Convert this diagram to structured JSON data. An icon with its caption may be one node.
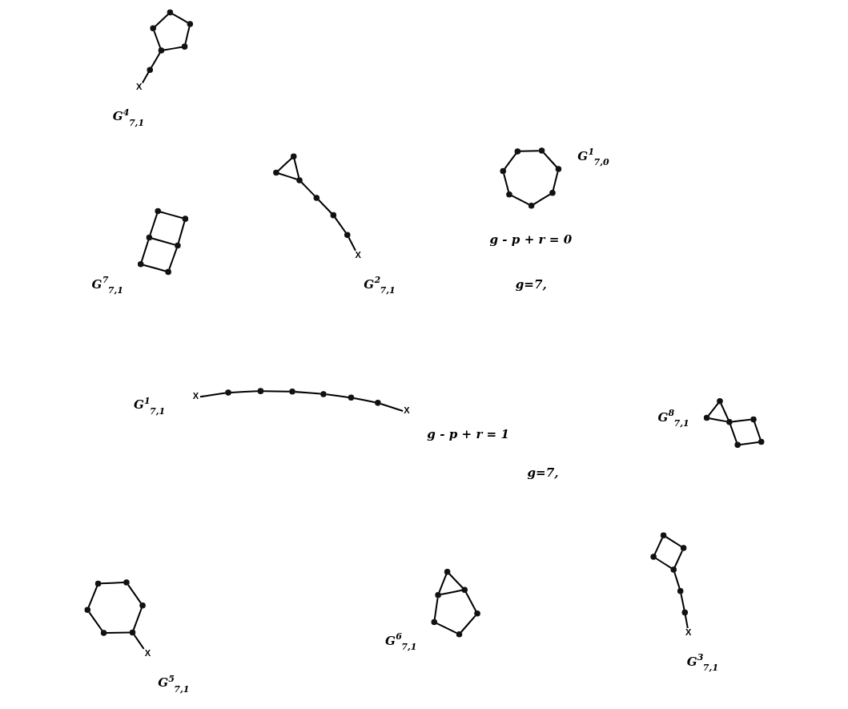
{
  "diagram": {
    "nodes": [
      {
        "text": [],
        "shape": "dot"
      },
      {
        "text": [],
        "shape": "dot"
      },
      {
        "text": [],
        "shape": "dot"
      },
      {
        "text": [],
        "shape": "dot"
      },
      {
        "text": [],
        "shape": "dot"
      },
      {
        "text": [],
        "shape": "dot"
      },
      {
        "text": [],
        "shape": "dot"
      },
      {
        "text": [
          "X"
        ]
      },
      {
        "text": [],
        "shape": "dot"
      },
      {
        "text": [],
        "shape": "dot"
      },
      {
        "text": [],
        "shape": "dot"
      },
      {
        "text": [],
        "shape": "dot"
      },
      {
        "text": [],
        "shape": "dot"
      },
      {
        "text": [],
        "shape": "dot"
      },
      {
        "text": [
          "X"
        ]
      },
      {
        "text": [],
        "shape": "dot"
      },
      {
        "text": [],
        "shape": "dot"
      },
      {
        "text": [],
        "shape": "dot"
      },
      {
        "text": [],
        "shape": "dot"
      },
      {
        "text": [],
        "shape": "dot"
      },
      {
        "text": [],
        "shape": "dot"
      },
      {
        "text": [
          "X"
        ]
      },
      {
        "text": [],
        "shape": "dot"
      },
      {
        "text": [],
        "shape": "dot"
      },
      {
        "text": [],
        "shape": "dot"
      },
      {
        "text": [],
        "shape": "dot"
      },
      {
        "text": [],
        "shape": "dot"
      },
      {
        "text": [],
        "shape": "dot"
      },
      {
        "text": [
          "X"
        ]
      },
      {
        "text": [],
        "shape": "dot"
      },
      {
        "text": [],
        "shape": "dot"
      },
      {
        "text": [],
        "shape": "dot"
      },
      {
        "text": [],
        "shape": "dot"
      },
      {
        "text": [],
        "shape": "dot"
      },
      {
        "text": [],
        "shape": "dot"
      },
      {
        "text": [
          "X"
        ]
      },
      {
        "text": [],
        "shape": "dot"
      },
      {
        "text": [],
        "shape": "dot"
      },
      {
        "text": [],
        "shape": "dot"
      },
      {
        "text": [],
        "shape": "dot"
      },
      {
        "text": [],
        "shape": "dot"
      },
      {
        "text": [],
        "shape": "dot"
      },
      {
        "text": [
          "X"
        ]
      },
      {
        "text": [],
        "shape": "dot"
      },
      {
        "text": [],
        "shape": "dot"
      },
      {
        "text": [],
        "shape": "dot"
      },
      {
        "text": [],
        "shape": "dot"
      },
      {
        "text": [],
        "shape": "dot"
      },
      {
        "text": [],
        "shape": "dot"
      },
      {
        "text": [],
        "shape": "dot"
      },
      {
        "text": [],
        "shape": "dot"
      },
      {
        "text": [],
        "shape": "dot"
      },
      {
        "text": [],
        "shape": "dot"
      },
      {
        "text": [],
        "shape": "dot"
      },
      {
        "text": [],
        "shape": "dot"
      },
      {
        "text": [],
        "shape": "dot"
      },
      {
        "text": [],
        "shape": "dot"
      },
      {
        "text": [],
        "shape": "dot"
      },
      {
        "text": [],
        "shape": "dot"
      },
      {
        "text": [],
        "shape": "dot"
      },
      {
        "text": [],
        "shape": "dot"
      }
    ],
    "edges": [
      {
        "from": 0,
        "to": 1,
        "arrow": "none"
      },
      {
        "from": 1,
        "to": 2,
        "arrow": "none"
      },
      {
        "from": 2,
        "to": 3,
        "arrow": "none"
      },
      {
        "from": 3,
        "to": 4,
        "arrow": "none"
      },
      {
        "from": 4,
        "to": 5,
        "arrow": "none"
      },
      {
        "from": 5,
        "to": 6,
        "arrow": "none"
      },
      {
        "from": 6,
        "to": 0,
        "arrow": "none"
      },
      {
        "from": 7,
        "to": 8,
        "arrow": "none"
      },
      {
        "from": 8,
        "to": 9,
        "arrow": "none"
      },
      {
        "from": 9,
        "to": 10,
        "arrow": "none"
      },
      {
        "from": 10,
        "to": 11,
        "arrow": "none"
      },
      {
        "from": 11,
        "to": 12,
        "arrow": "none"
      },
      {
        "from": 12,
        "to": 13,
        "arrow": "none"
      },
      {
        "from": 13,
        "to": 14,
        "arrow": "none"
      },
      {
        "from": 15,
        "to": 16,
        "arrow": "none"
      },
      {
        "from": 15,
        "to": 17,
        "arrow": "none"
      },
      {
        "from": 16,
        "to": 17,
        "arrow": "none"
      },
      {
        "from": 17,
        "to": 18,
        "arrow": "none"
      },
      {
        "from": 18,
        "to": 19,
        "arrow": "none"
      },
      {
        "from": 19,
        "to": 20,
        "arrow": "none"
      },
      {
        "from": 20,
        "to": 21,
        "arrow": "none"
      },
      {
        "from": 22,
        "to": 23,
        "arrow": "none"
      },
      {
        "from": 22,
        "to": 24,
        "arrow": "none"
      },
      {
        "from": 23,
        "to": 25,
        "arrow": "none"
      },
      {
        "from": 24,
        "to": 25,
        "arrow": "none"
      },
      {
        "from": 25,
        "to": 26,
        "arrow": "none"
      },
      {
        "from": 26,
        "to": 27,
        "arrow": "none"
      },
      {
        "from": 27,
        "to": 28,
        "arrow": "none"
      },
      {
        "from": 29,
        "to": 30,
        "arrow": "none"
      },
      {
        "from": 29,
        "to": 31,
        "arrow": "none"
      },
      {
        "from": 30,
        "to": 32,
        "arrow": "none"
      },
      {
        "from": 31,
        "to": 33,
        "arrow": "none"
      },
      {
        "from": 32,
        "to": 33,
        "arrow": "none"
      },
      {
        "from": 33,
        "to": 34,
        "arrow": "none"
      },
      {
        "from": 34,
        "to": 35,
        "arrow": "none"
      },
      {
        "from": 36,
        "to": 37,
        "arrow": "none"
      },
      {
        "from": 36,
        "to": 38,
        "arrow": "none"
      },
      {
        "from": 37,
        "to": 39,
        "arrow": "none"
      },
      {
        "from": 38,
        "to": 40,
        "arrow": "none"
      },
      {
        "from": 39,
        "to": 41,
        "arrow": "none"
      },
      {
        "from": 40,
        "to": 41,
        "arrow": "none"
      },
      {
        "from": 40,
        "to": 42,
        "arrow": "none"
      },
      {
        "from": 43,
        "to": 44,
        "arrow": "none"
      },
      {
        "from": 43,
        "to": 45,
        "arrow": "none"
      },
      {
        "from": 44,
        "to": 46,
        "arrow": "none"
      },
      {
        "from": 45,
        "to": 47,
        "arrow": "none"
      },
      {
        "from": 46,
        "to": 48,
        "arrow": "none"
      },
      {
        "from": 47,
        "to": 48,
        "arrow": "none"
      },
      {
        "from": 44,
        "to": 48,
        "arrow": "none"
      },
      {
        "from": 49,
        "to": 50,
        "arrow": "none"
      },
      {
        "from": 49,
        "to": 51,
        "arrow": "none"
      },
      {
        "from": 50,
        "to": 52,
        "arrow": "none"
      },
      {
        "from": 51,
        "to": 53,
        "arrow": "none"
      },
      {
        "from": 52,
        "to": 54,
        "arrow": "none"
      },
      {
        "from": 53,
        "to": 54,
        "arrow": "none"
      },
      {
        "from": 49,
        "to": 54,
        "arrow": "none"
      },
      {
        "from": 55,
        "to": 56,
        "arrow": "none"
      },
      {
        "from": 55,
        "to": 57,
        "arrow": "none"
      },
      {
        "from": 56,
        "to": 58,
        "arrow": "none"
      },
      {
        "from": 57,
        "to": 58,
        "arrow": "none"
      },
      {
        "from": 58,
        "to": 59,
        "arrow": "none"
      },
      {
        "from": 58,
        "to": 60,
        "arrow": "none"
      },
      {
        "from": 59,
        "to": 60,
        "arrow": "none"
      }
    ],
    "labels": [
      "g=7,",
      "g - p + r = 0",
      "G$^{1}$$_{7,0}$",
      "g=7,",
      "g - p + r = 1",
      "G$^{1}$$_{7,1}$",
      "G$^{6}$$_{7,1}$",
      "G$^{2}$$_{7,1}$",
      "G$^{3}$$_{7,1}$",
      "G$^{7}$$_{7,1}$",
      "G$^{4}$$_{7,1}$",
      "G$^{8}$$_{7,1}$",
      "G$^{5}$$_{7,1}$"
    ]
  }
}
